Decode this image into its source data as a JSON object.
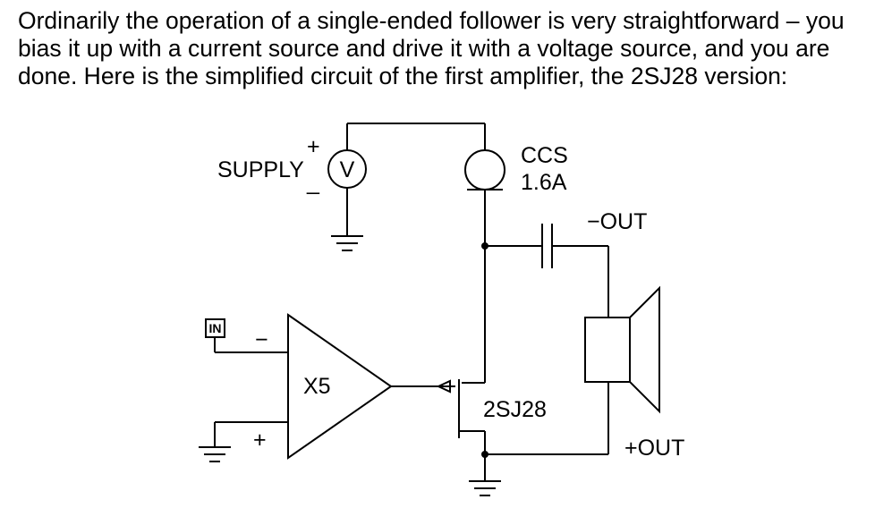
{
  "paragraph": {
    "line1": "Ordinarily the operation of a single-ended follower is very straightforward – you",
    "line2": "bias it up with a current source and drive it with a voltage source, and you are",
    "line3": "done.  Here is the simplified circuit of the first amplifier, the 2SJ28 version:"
  },
  "schematic": {
    "supply_label": "SUPPLY",
    "supply_plus": "+",
    "supply_minus": "_",
    "voltage_source_symbol": "V",
    "ccs_label": "CCS",
    "ccs_current": "1.6A",
    "minus_out_label": "−OUT",
    "plus_out_label": "+OUT",
    "in_port_label": "IN",
    "amp_gain_label": "X5",
    "amp_inverting": "−",
    "amp_noninverting": "+",
    "transistor_label": "2SJ28"
  }
}
